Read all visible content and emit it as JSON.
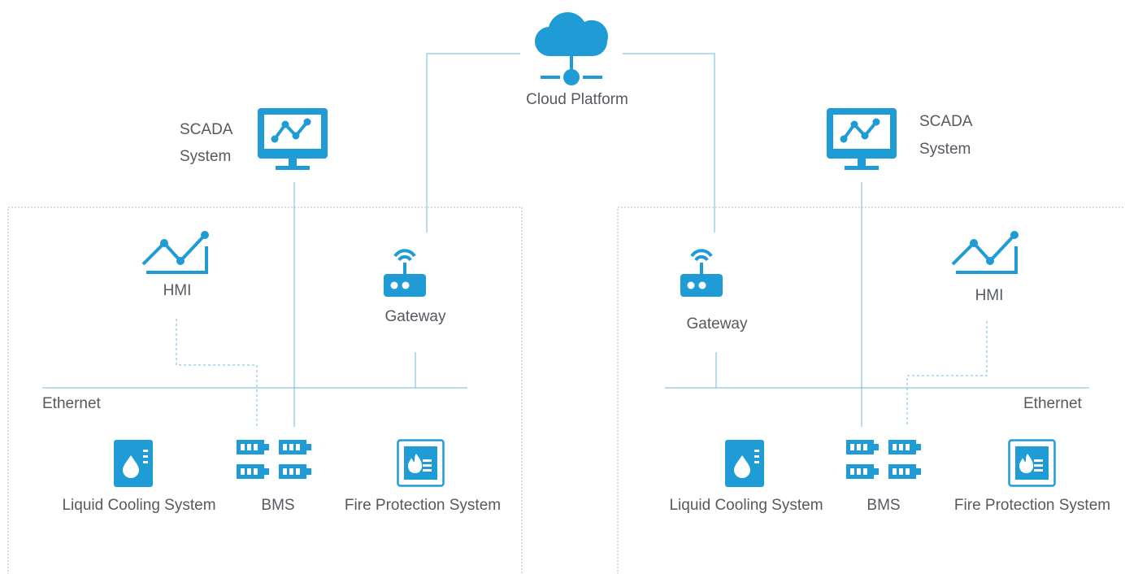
{
  "colors": {
    "accent": "#1f9bd6",
    "line": "#6cb8de",
    "box_border": "#b4b8bc",
    "text": "#555a60"
  },
  "cloud": {
    "label": "Cloud Platform",
    "icon": "cloud-network-icon"
  },
  "sites": [
    {
      "scada": {
        "line1": "SCADA",
        "line2": "System",
        "icon": "monitor-chart-icon"
      },
      "hmi": {
        "label": "HMI",
        "icon": "line-chart-icon"
      },
      "gateway": {
        "label": "Gateway",
        "icon": "router-icon"
      },
      "network": {
        "label": "Ethernet"
      },
      "devices": {
        "cooling": {
          "label": "Liquid Cooling System",
          "icon": "coolant-tank-icon"
        },
        "bms": {
          "label": "BMS",
          "icon": "battery-pack-icon"
        },
        "fire": {
          "label": "Fire Protection System",
          "icon": "fire-panel-icon"
        }
      }
    },
    {
      "scada": {
        "line1": "SCADA",
        "line2": "System",
        "icon": "monitor-chart-icon"
      },
      "hmi": {
        "label": "HMI",
        "icon": "line-chart-icon"
      },
      "gateway": {
        "label": "Gateway",
        "icon": "router-icon"
      },
      "network": {
        "label": "Ethernet"
      },
      "devices": {
        "cooling": {
          "label": "Liquid Cooling System",
          "icon": "coolant-tank-icon"
        },
        "bms": {
          "label": "BMS",
          "icon": "battery-pack-icon"
        },
        "fire": {
          "label": "Fire Protection System",
          "icon": "fire-panel-icon"
        }
      }
    }
  ]
}
